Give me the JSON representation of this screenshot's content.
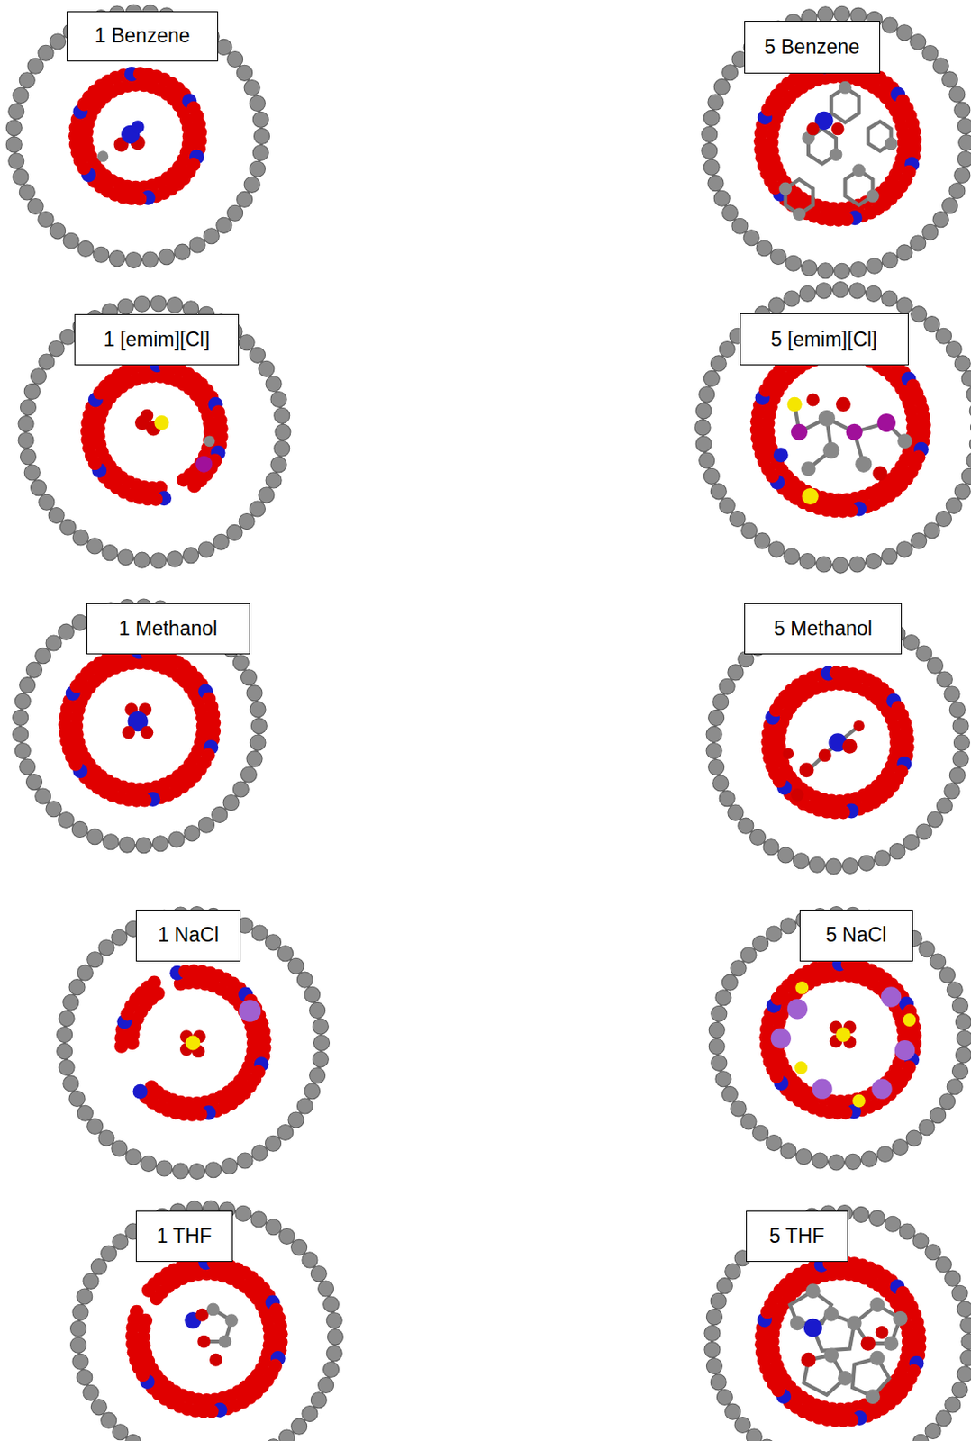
{
  "diagram": {
    "nodes": [
      {
        "text": [
          "1 Benzene"
        ]
      },
      {
        "text": [
          "5 Benzene"
        ]
      },
      {
        "text": [
          "1 [emim][Cl]"
        ]
      },
      {
        "text": [
          "5 [emim][Cl]"
        ]
      },
      {
        "text": [
          "1 Methanol"
        ]
      },
      {
        "text": [
          "5 Methanol"
        ]
      },
      {
        "text": [
          "1 NaCl"
        ]
      },
      {
        "text": [
          "5 NaCl"
        ]
      },
      {
        "text": [
          "1 THF"
        ]
      },
      {
        "text": [
          "5 THF"
        ]
      }
    ]
  }
}
